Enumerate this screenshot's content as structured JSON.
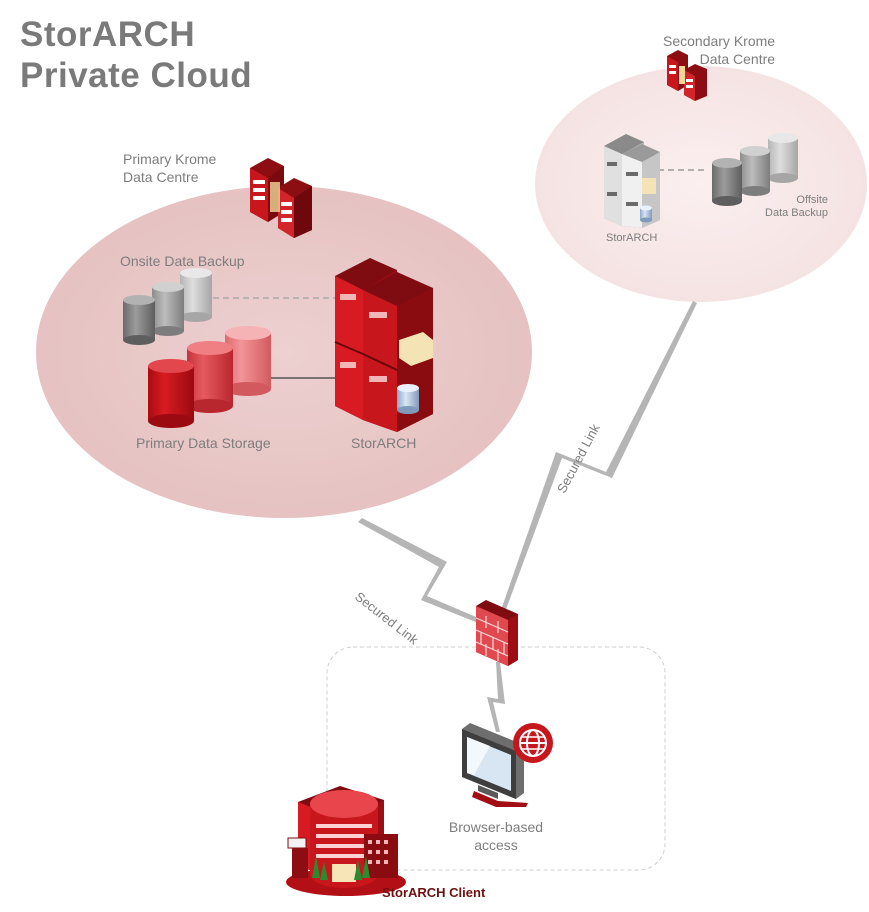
{
  "title": {
    "line1": "StorARCH",
    "line2": "Private Cloud"
  },
  "primary_dc": {
    "name_line1": "Primary Krome",
    "name_line2": "Data Centre",
    "onsite_backup": "Onsite Data Backup",
    "primary_storage": "Primary Data Storage",
    "server": "StorARCH"
  },
  "secondary_dc": {
    "name_line1": "Secondary Krome",
    "name_line2": "Data Centre",
    "server": "StorARCH",
    "offsite_line1": "Offsite",
    "offsite_line2": "Data Backup"
  },
  "links": {
    "primary": "Secured Link",
    "secondary": "Secured Link"
  },
  "client": {
    "browser_line1": "Browser-based",
    "browser_line2": "access",
    "name": "StorARCH Client"
  },
  "colors": {
    "brand_red": "#c8161d",
    "dark_red": "#7e0c10",
    "primary_zone": "#e8c7c7",
    "secondary_zone": "#f7e8e8",
    "label_gray": "#7d7d7d",
    "link_gray": "#b8b8b8"
  }
}
